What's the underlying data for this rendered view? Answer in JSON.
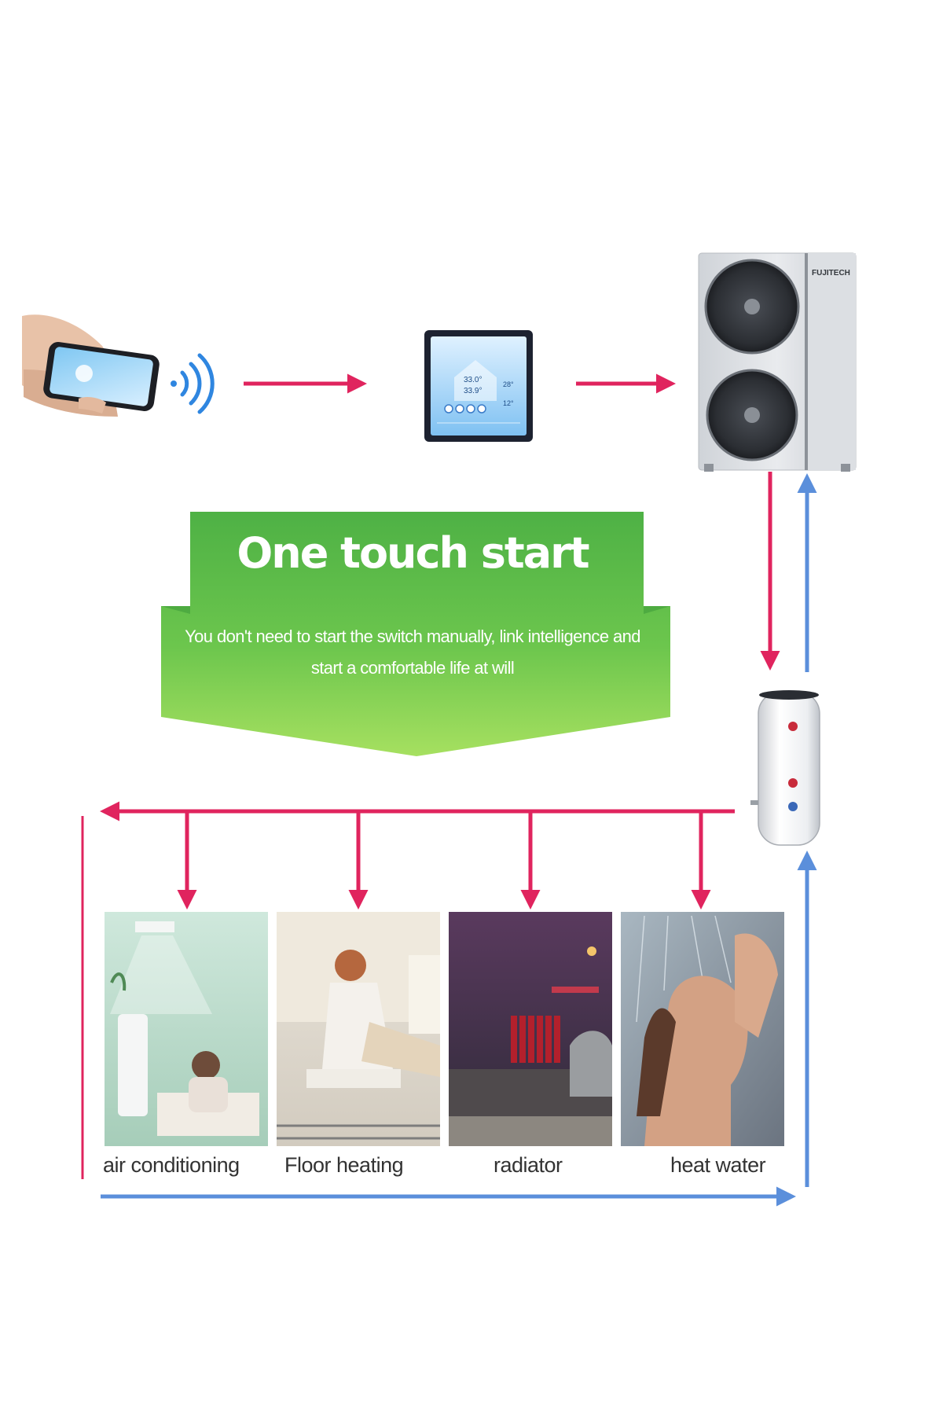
{
  "header": {
    "brand": "FUJITECH"
  },
  "banner": {
    "title": "One touch start",
    "subtitle_line1": "You don't need to start the switch manually, link intelligence and",
    "subtitle_line2": "start a comfortable life at will"
  },
  "thermostat": {
    "reading_1": "33.0°",
    "reading_2": "33.9°",
    "reading_3": "28°",
    "reading_4": "12°"
  },
  "applications": [
    {
      "label": "air conditioning",
      "icon": "air-conditioning-photo"
    },
    {
      "label": "Floor heating",
      "icon": "floor-heating-photo"
    },
    {
      "label": "radiator",
      "icon": "radiator-photo"
    },
    {
      "label": "heat water",
      "icon": "shower-photo"
    }
  ],
  "colors": {
    "supply_arrow": "#e0245e",
    "return_arrow": "#5b8fdb",
    "banner_green_top": "#56b847",
    "banner_green_bottom": "#8fd657",
    "wifi_blue": "#2f86e0"
  }
}
